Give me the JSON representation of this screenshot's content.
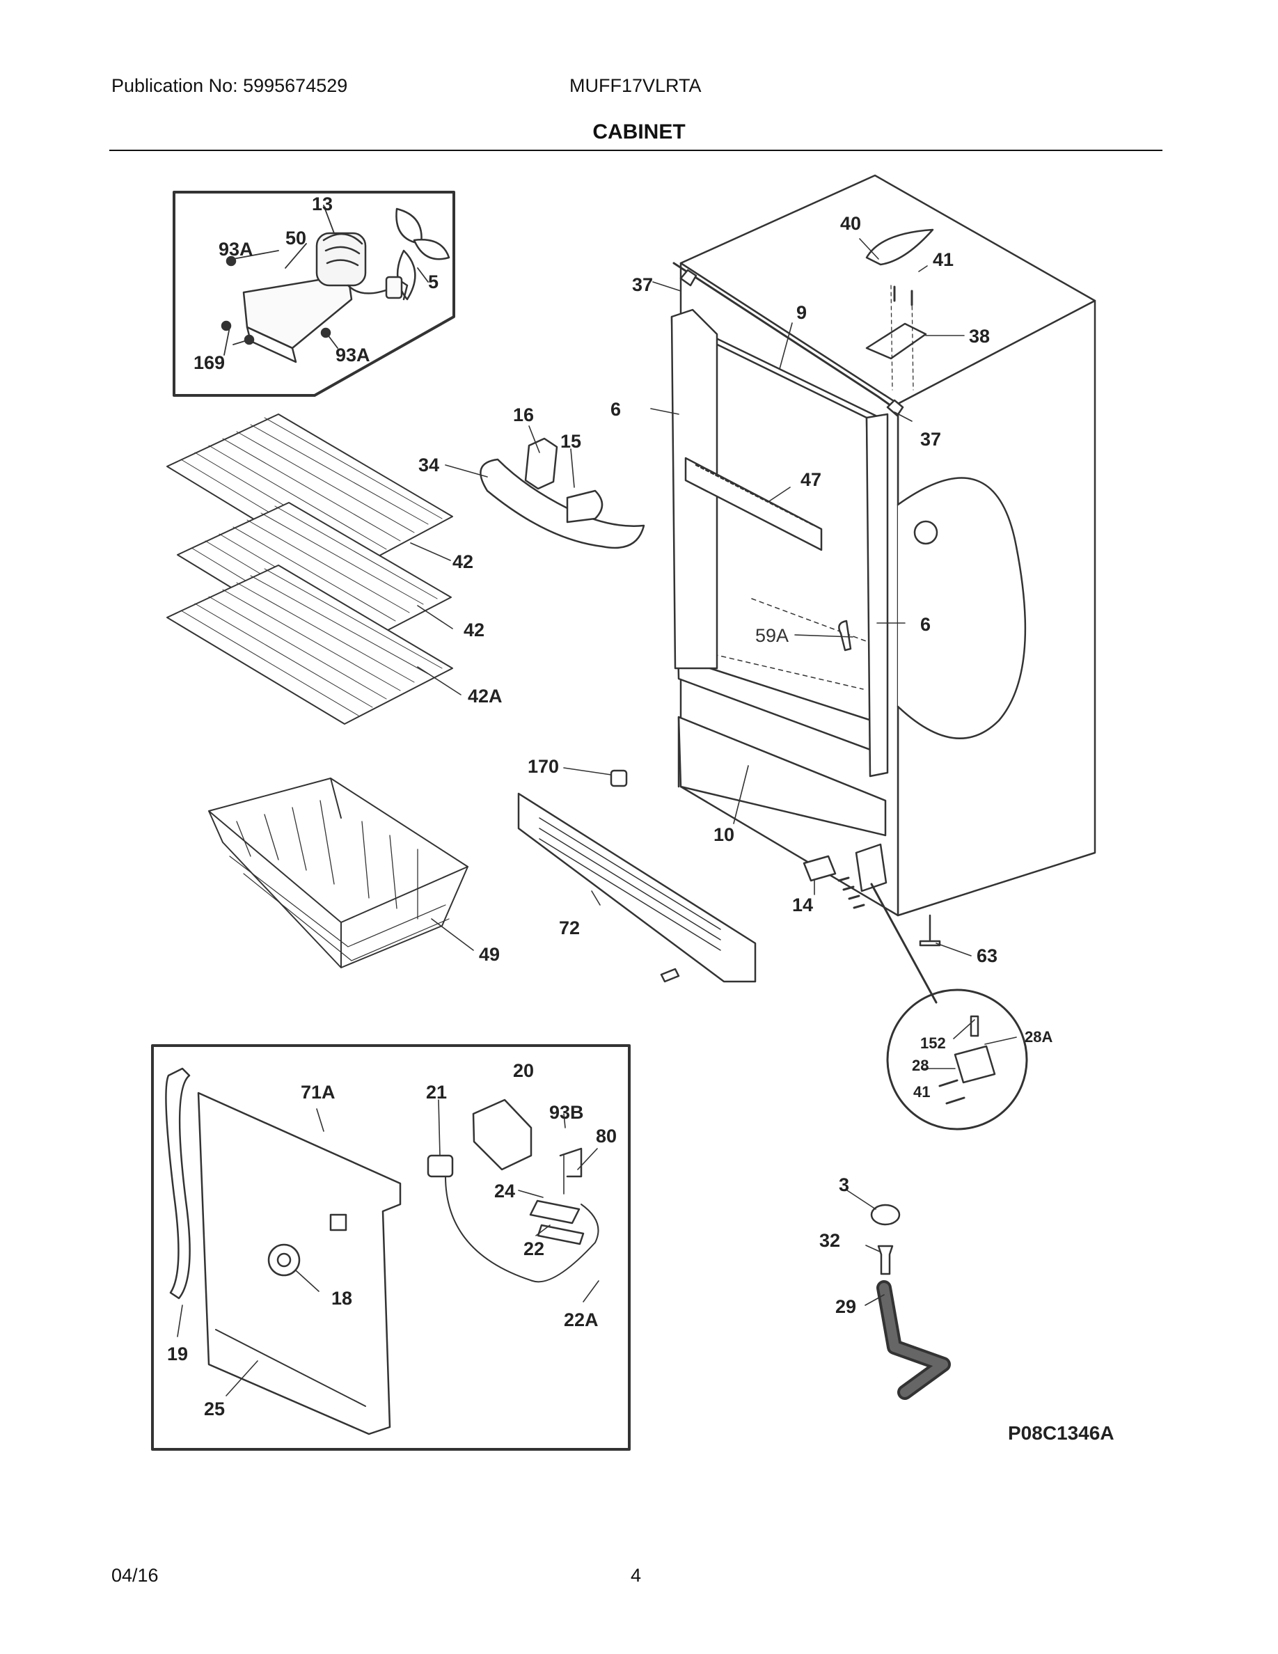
{
  "header": {
    "publication": "Publication No: 5995674529",
    "model": "MUFF17VLRTA",
    "section_title": "CABINET"
  },
  "footer": {
    "date": "04/16",
    "page": "4"
  },
  "diagram": {
    "drawing_code": "P08C1346A",
    "callouts": {
      "c13": "13",
      "c93a_1": "93A",
      "c50": "50",
      "c5": "5",
      "c169": "169",
      "c93a_2": "93A",
      "c40": "40",
      "c41_top": "41",
      "c37_left": "37",
      "c9": "9",
      "c38": "38",
      "c37_right": "37",
      "c6_left": "6",
      "c16": "16",
      "c15": "15",
      "c34": "34",
      "c47": "47",
      "c42_a": "42",
      "c42_b": "42",
      "c42a": "42A",
      "c6_right": "6",
      "c59a": "59A",
      "c170": "170",
      "c10": "10",
      "c49": "49",
      "c72": "72",
      "c14": "14",
      "c63": "63",
      "c152": "152",
      "c28a": "28A",
      "c28": "28",
      "c41_bot": "41",
      "c20": "20",
      "c71a": "71A",
      "c21": "21",
      "c93b": "93B",
      "c80": "80",
      "c24": "24",
      "c22": "22",
      "c18": "18",
      "c22a": "22A",
      "c19": "19",
      "c25": "25",
      "c3": "3",
      "c32": "32",
      "c29": "29"
    }
  }
}
